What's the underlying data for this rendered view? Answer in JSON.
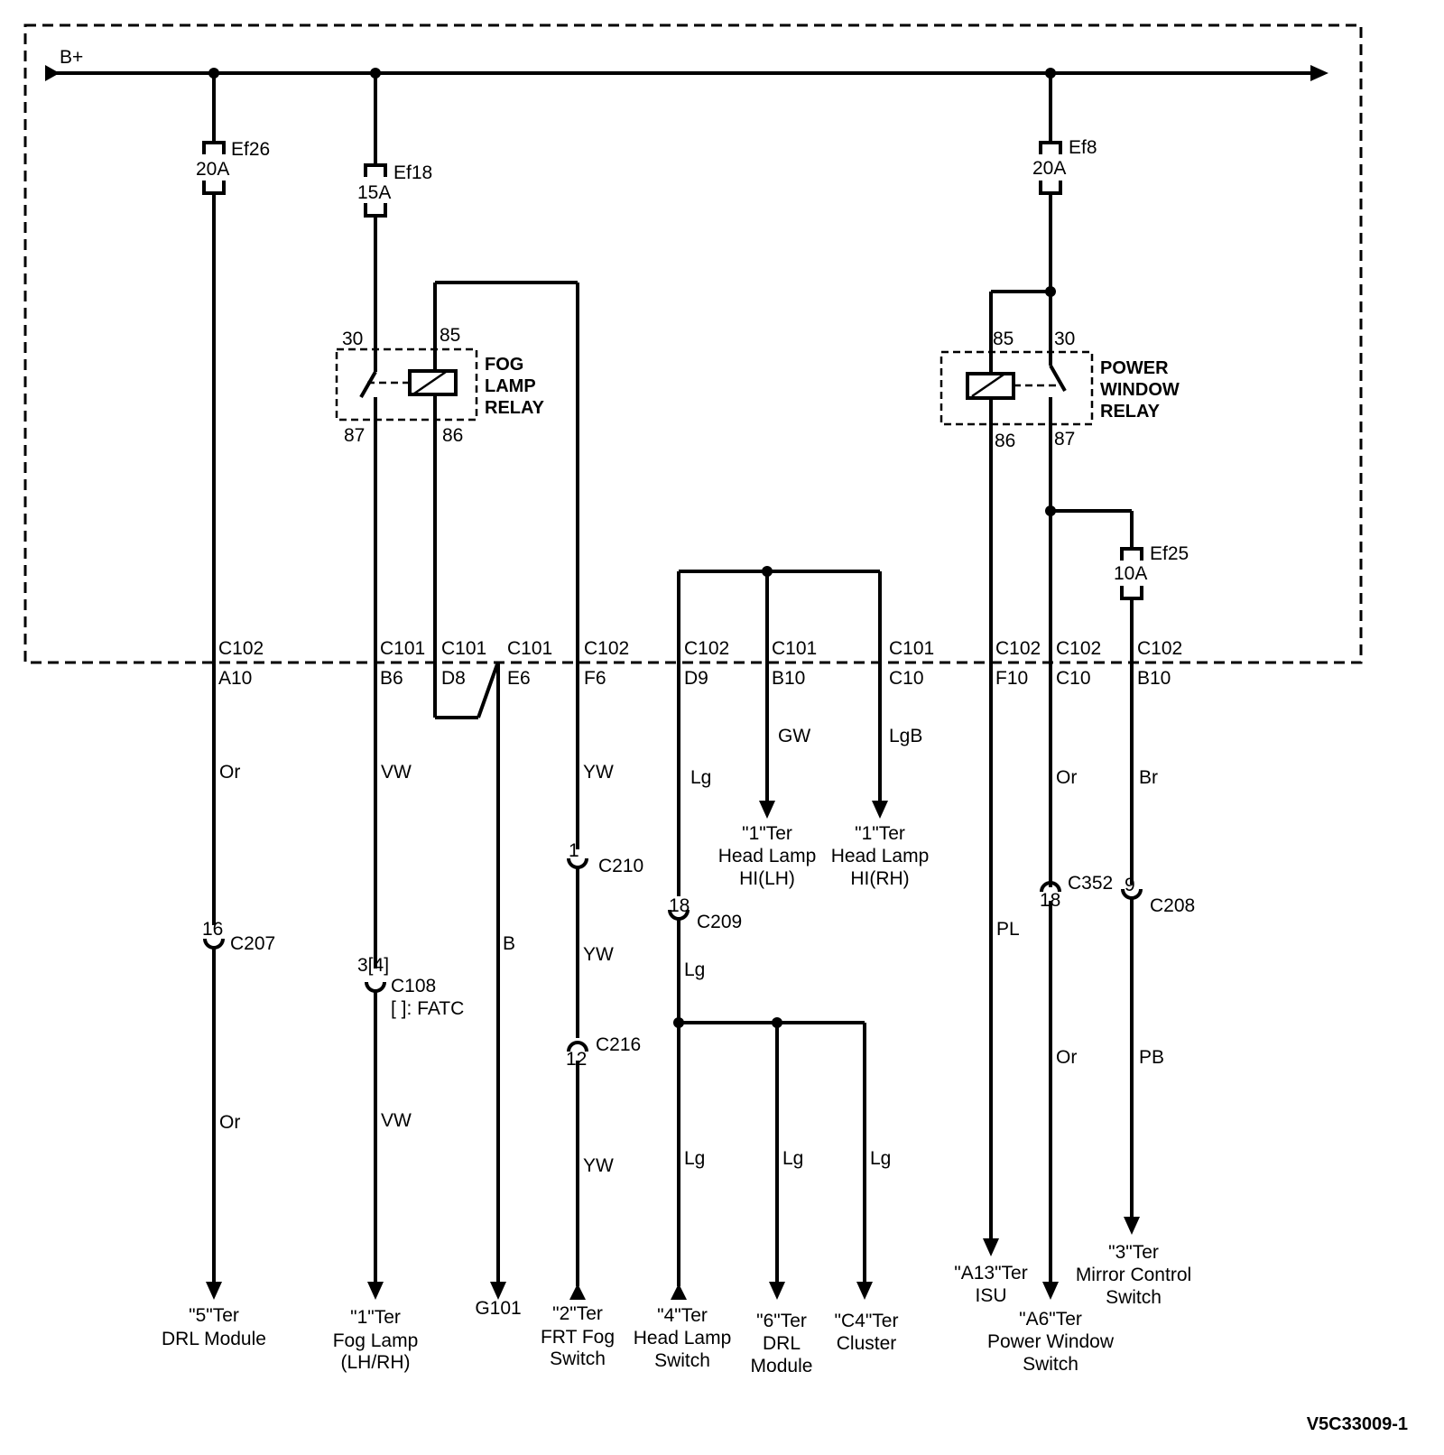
{
  "supply": {
    "label": "B+"
  },
  "fuses": {
    "ef26": {
      "name": "Ef26",
      "rating": "20A"
    },
    "ef18": {
      "name": "Ef18",
      "rating": "15A"
    },
    "ef8": {
      "name": "Ef8",
      "rating": "20A"
    },
    "ef25": {
      "name": "Ef25",
      "rating": "10A"
    }
  },
  "relays": {
    "fog": {
      "line1": "FOG",
      "line2": "LAMP",
      "line3": "RELAY",
      "pin30": "30",
      "pin85": "85",
      "pin87": "87",
      "pin86": "86"
    },
    "power_window": {
      "line1": "POWER",
      "line2": "WINDOW",
      "line3": "RELAY",
      "pin85": "85",
      "pin30": "30",
      "pin86": "86",
      "pin87": "87"
    }
  },
  "connectors": [
    {
      "name": "C102",
      "pin": "A10"
    },
    {
      "name": "C101",
      "pin": "B6"
    },
    {
      "name": "C101",
      "pin": "D8"
    },
    {
      "name": "C101",
      "pin": "E6"
    },
    {
      "name": "C102",
      "pin": "F6"
    },
    {
      "name": "C102",
      "pin": "D9"
    },
    {
      "name": "C101",
      "pin": "B10"
    },
    {
      "name": "C101",
      "pin": "C10"
    },
    {
      "name": "C102",
      "pin": "F10"
    },
    {
      "name": "C102",
      "pin": "C10"
    },
    {
      "name": "C102",
      "pin": "B10"
    }
  ],
  "wire_colors": {
    "a10_upper": "Or",
    "a10_lower": "Or",
    "b6_upper": "VW",
    "b6_lower": "VW",
    "e6": "B",
    "f6_upper": "YW",
    "f6_mid": "YW",
    "f6_lower": "YW",
    "d9_upper": "Lg",
    "d9_mid": "Lg",
    "br_lh": "GW",
    "br_rh": "LgB",
    "br1": "Lg",
    "br2": "Lg",
    "br3": "Lg",
    "f10": "PL",
    "c10_upper": "Or",
    "c10_lower": "Or",
    "b10_upper": "Br",
    "b10_lower": "PB"
  },
  "inline_connectors": {
    "c207": {
      "pin": "16",
      "name": "C207"
    },
    "c108": {
      "pin": "3[4]",
      "name": "C108",
      "note": "[ ]: FATC"
    },
    "c210": {
      "pin": "1",
      "name": "C210"
    },
    "c216": {
      "pin": "12",
      "name": "C216"
    },
    "c209": {
      "pin": "18",
      "name": "C209"
    },
    "c352": {
      "pin": "18",
      "name": "C352"
    },
    "c208": {
      "pin": "9",
      "name": "C208"
    }
  },
  "destinations": {
    "drl_module": [
      "\"5\"Ter",
      "DRL Module"
    ],
    "fog_lamp": [
      "\"1\"Ter",
      "Fog Lamp",
      "(LH/RH)"
    ],
    "ground": [
      "G101"
    ],
    "frt_fog": [
      "\"2\"Ter",
      "FRT Fog",
      "Switch"
    ],
    "head_sw": [
      "\"4\"Ter",
      "Head Lamp",
      "Switch"
    ],
    "drl_mod6": [
      "\"6\"Ter",
      "DRL",
      "Module"
    ],
    "cluster": [
      "\"C4\"Ter",
      "Cluster"
    ],
    "hl_lh": [
      "\"1\"Ter",
      "Head Lamp",
      "HI(LH)"
    ],
    "hl_rh": [
      "\"1\"Ter",
      "Head Lamp",
      "HI(RH)"
    ],
    "isu": [
      "\"A13\"Ter",
      "ISU"
    ],
    "pw_switch": [
      "\"A6\"Ter",
      "Power Window",
      "Switch"
    ],
    "mirror": [
      "\"3\"Ter",
      "Mirror Control",
      "Switch"
    ]
  },
  "figure_id": "V5C33009-1"
}
